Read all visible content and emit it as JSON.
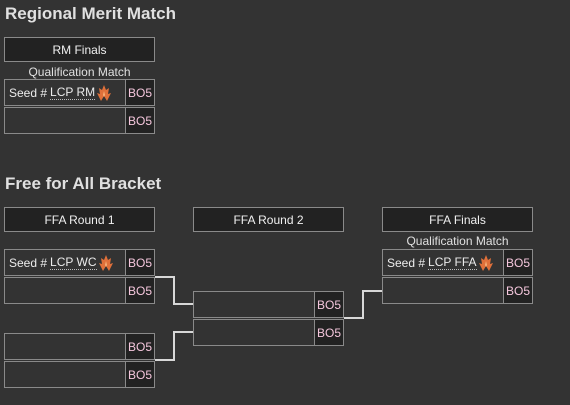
{
  "regional": {
    "title": "Regional Merit Match",
    "round_header": "RM Finals",
    "sub_header": "Qualification Match",
    "rows": [
      {
        "seed": "Seed #",
        "team": "LCP RM",
        "bo": "BO5"
      },
      {
        "seed": "",
        "team": "",
        "bo": "BO5"
      }
    ]
  },
  "ffa": {
    "title": "Free for All Bracket",
    "rounds": [
      {
        "header": "FFA Round 1"
      },
      {
        "header": "FFA Round 2"
      },
      {
        "header": "FFA Finals",
        "sub_header": "Qualification Match"
      }
    ],
    "round1_matches": [
      [
        {
          "seed": "Seed #",
          "team": "LCP WC",
          "bo": "BO5"
        },
        {
          "seed": "",
          "team": "",
          "bo": "BO5"
        }
      ],
      [
        {
          "seed": "",
          "team": "",
          "bo": "BO5"
        },
        {
          "seed": "",
          "team": "",
          "bo": "BO5"
        }
      ]
    ],
    "round2_match": [
      {
        "seed": "",
        "team": "",
        "bo": "BO5"
      },
      {
        "seed": "",
        "team": "",
        "bo": "BO5"
      }
    ],
    "finals_match": [
      {
        "seed": "Seed #",
        "team": "LCP FFA",
        "bo": "BO5"
      },
      {
        "seed": "",
        "team": "",
        "bo": "BO5"
      }
    ]
  },
  "icons": {
    "team_logo": "flame-logo-icon",
    "team_logo_color": "#e0703a"
  }
}
